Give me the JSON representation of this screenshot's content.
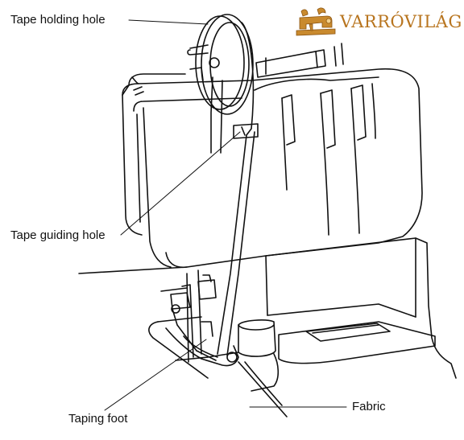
{
  "labels": {
    "tape_holding_hole": "Tape holding hole",
    "tape_guiding_hole": "Tape guiding hole",
    "fabric": "Fabric",
    "taping_foot": "Taping foot"
  },
  "logo": {
    "text": "VARRÓVILÁG",
    "color": "#b8751f"
  },
  "colors": {
    "line": "#111111",
    "background": "#ffffff"
  }
}
